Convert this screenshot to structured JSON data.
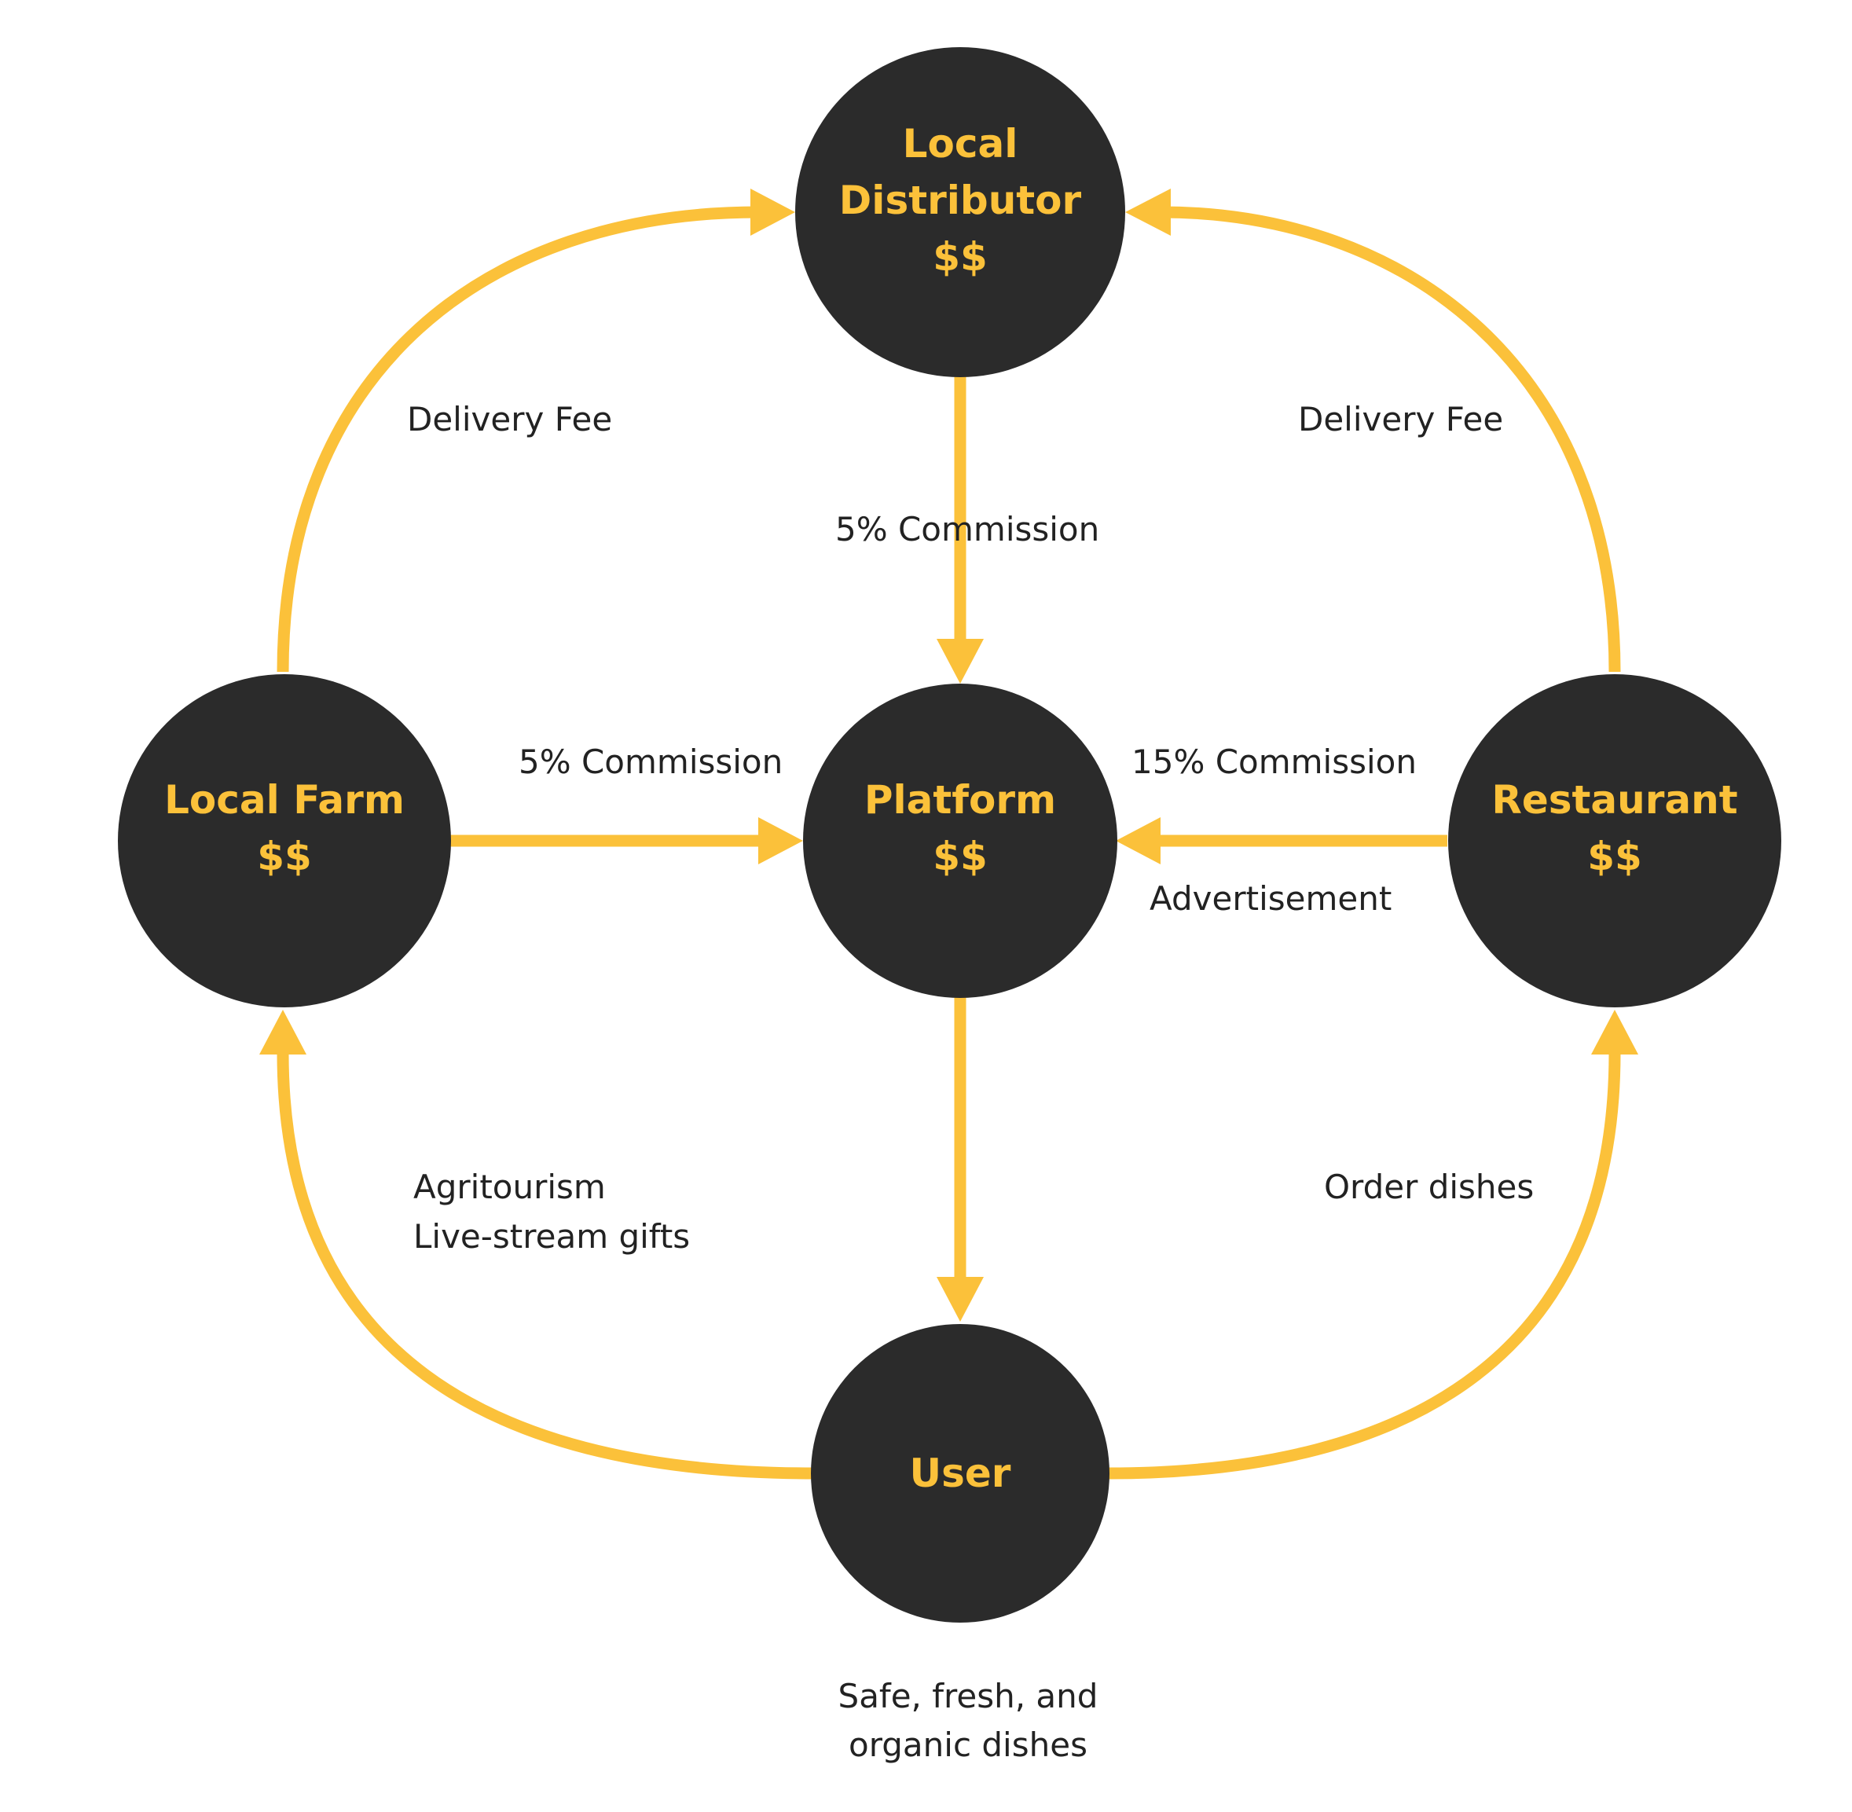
{
  "colors": {
    "node_fill": "#2b2b2b",
    "node_text": "#fbc13a",
    "arrow": "#fbc13a",
    "label_text": "#222222",
    "background": "#ffffff"
  },
  "nodes": {
    "distributor": {
      "line1": "Local",
      "line2": "Distributor",
      "line3": "$$"
    },
    "platform": {
      "line1": "Platform",
      "line2": "$$"
    },
    "farm": {
      "line1": "Local Farm",
      "line2": "$$"
    },
    "restaurant": {
      "line1": "Restaurant",
      "line2": "$$"
    },
    "user": {
      "line1": "User"
    }
  },
  "edges": {
    "farm_to_distributor": {
      "label": "Delivery Fee"
    },
    "restaurant_to_distributor": {
      "label": "Delivery Fee"
    },
    "distributor_to_platform": {
      "label": "5% Commission"
    },
    "farm_to_platform": {
      "label": "5% Commission"
    },
    "restaurant_to_platform": {
      "label": "15% Commission",
      "label2": "Advertisement"
    },
    "user_to_farm": {
      "label": "Agritourism",
      "label2": "Live-stream gifts"
    },
    "user_to_restaurant": {
      "label": "Order dishes"
    },
    "platform_to_user": {
      "label": "Safe, fresh, and",
      "label2": "organic dishes"
    }
  }
}
